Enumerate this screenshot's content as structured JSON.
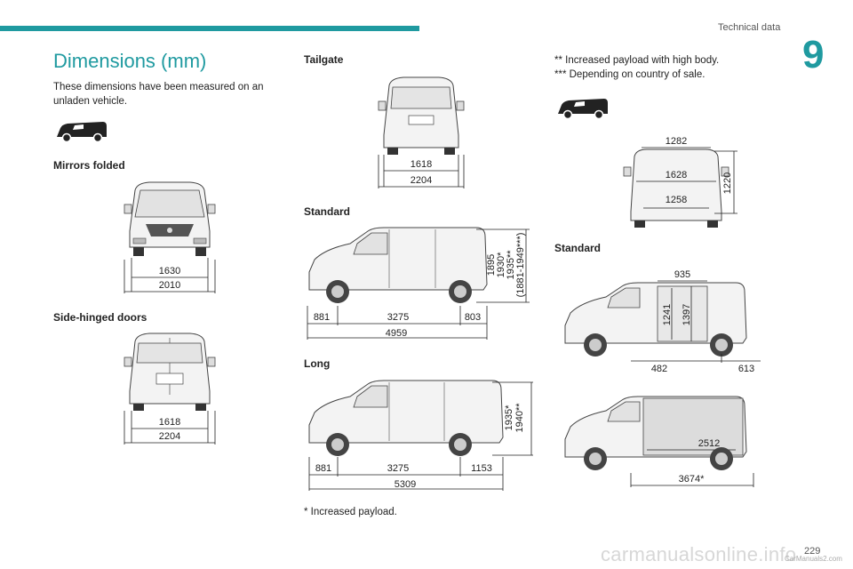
{
  "header": {
    "section": "Technical data",
    "chapter": "9"
  },
  "title": "Dimensions (mm)",
  "intro": "These dimensions have been measured on an unladen vehicle.",
  "headings": {
    "mirrors": "Mirrors folded",
    "side_doors": "Side-hinged doors",
    "tailgate": "Tailgate",
    "standard": "Standard",
    "long": "Long",
    "standard2": "Standard"
  },
  "notes": {
    "increased_payload": "* Increased payload.",
    "high_body": "** Increased payload with high body.",
    "country": "*** Depending on country of sale."
  },
  "dims": {
    "mirrors": {
      "inner": "1630",
      "outer": "2010"
    },
    "side_doors": {
      "inner": "1618",
      "outer": "2204"
    },
    "tailgate": {
      "inner": "1618",
      "outer": "2204"
    },
    "standard": {
      "h1": "1895",
      "h2": "1930*",
      "h3": "1935**",
      "h4": "(1881-1949***)",
      "front": "881",
      "wheelbase": "3275",
      "rear": "803",
      "total": "4959"
    },
    "long": {
      "h1": "1935*",
      "h2": "1940**",
      "front": "881",
      "wheelbase": "3275",
      "rear": "1153",
      "total": "5309"
    },
    "cargo_rear": {
      "top": "1282",
      "mid": "1628",
      "bottom": "1258",
      "height": "1220"
    },
    "cargo_side": {
      "opening": "935",
      "h1": "1241",
      "h2": "1397",
      "a": "482",
      "b": "613"
    },
    "cargo_floor": {
      "length": "2512",
      "total": "3674*"
    }
  },
  "footer": {
    "page": "229",
    "watermark": "carmanualsonline.info",
    "watermark2": "CarManuals2.com"
  }
}
